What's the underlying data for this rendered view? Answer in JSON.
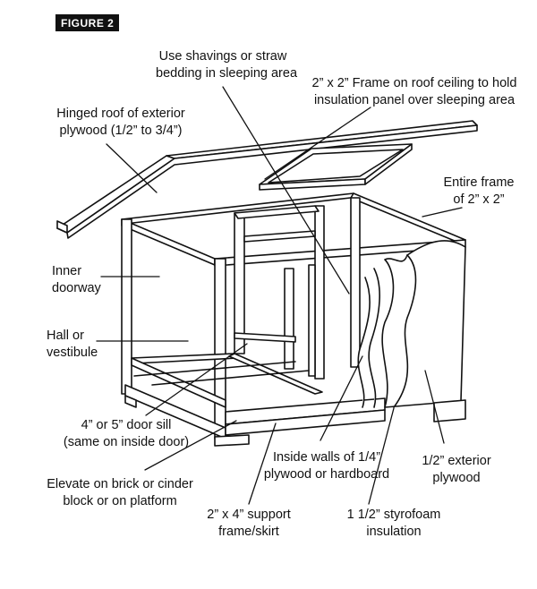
{
  "figure_label": "FIGURE 2",
  "labels": {
    "bedding": [
      "Use shavings or straw",
      "bedding in sleeping area"
    ],
    "frame_roof": [
      "2” x 2” Frame on roof ceiling to hold",
      "insulation panel over sleeping area"
    ],
    "hinged_roof": [
      "Hinged roof of exterior",
      "plywood (1/2” to 3/4”)"
    ],
    "entire_frame": [
      "Entire frame",
      "of 2” x 2”"
    ],
    "inner_doorway": [
      "Inner",
      "doorway"
    ],
    "hall": [
      "Hall or",
      "vestibule"
    ],
    "door_sill": [
      "4” or 5” door sill",
      "(same on inside door)"
    ],
    "inside_walls": [
      "Inside walls of 1/4”",
      "plywood or hardboard"
    ],
    "exterior_plywood": [
      "1/2” exterior",
      "plywood"
    ],
    "elevate": [
      "Elevate on brick or cinder",
      "block or on platform"
    ],
    "support_frame": [
      "2” x 4” support",
      "frame/skirt"
    ],
    "styrofoam": [
      "1 1/2” styrofoam",
      "insulation"
    ]
  }
}
